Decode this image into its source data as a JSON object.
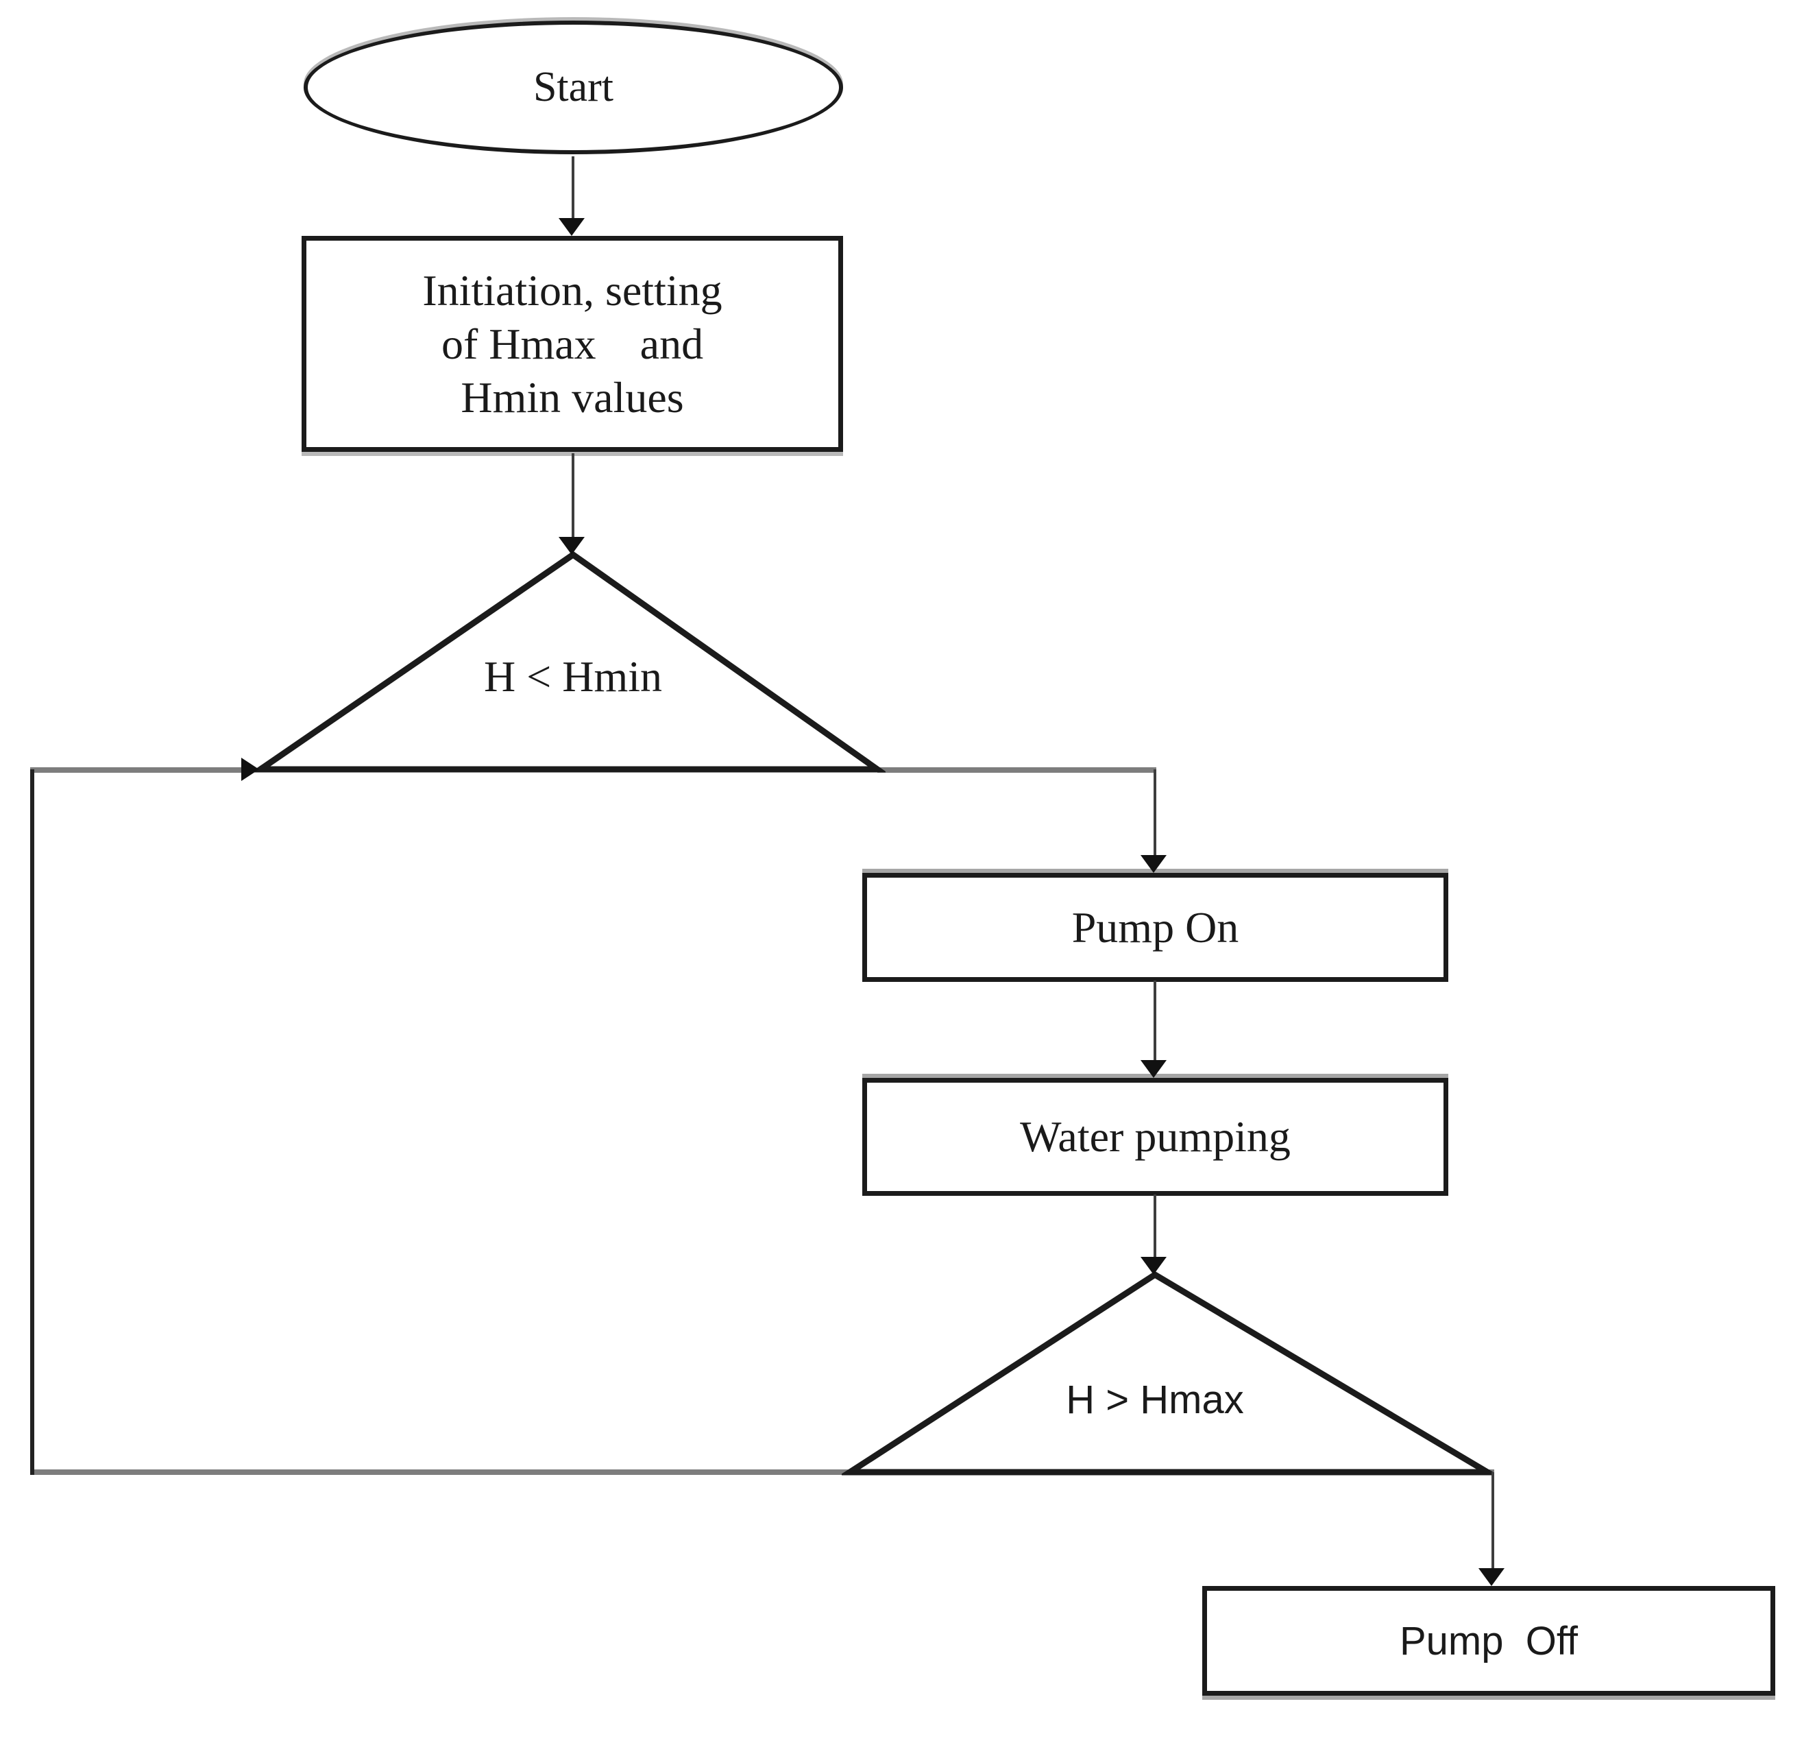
{
  "flowchart": {
    "nodes": {
      "start": {
        "shape": "ellipse",
        "label": "Start"
      },
      "init": {
        "shape": "process",
        "line1": "Initiation, setting",
        "line2": "of Hmax    and",
        "line3": "Hmin values"
      },
      "decision_min": {
        "shape": "decision-triangle",
        "label": "H < Hmin"
      },
      "pump_on": {
        "shape": "process",
        "label": "Pump On"
      },
      "water_pumping": {
        "shape": "process",
        "label": "Water pumping"
      },
      "decision_max": {
        "shape": "decision-triangle",
        "label": "H > Hmax"
      },
      "pump_off": {
        "shape": "process",
        "label": "Pump  Off"
      }
    },
    "edges": [
      {
        "from": "start",
        "to": "init"
      },
      {
        "from": "init",
        "to": "decision_min"
      },
      {
        "from": "decision_min",
        "to": "pump_on"
      },
      {
        "from": "pump_on",
        "to": "water_pumping"
      },
      {
        "from": "water_pumping",
        "to": "decision_max"
      },
      {
        "from": "decision_max",
        "to": "pump_off"
      },
      {
        "from": "decision_max",
        "to": "decision_min",
        "type": "feedback-loop"
      }
    ],
    "colors": {
      "shape_stroke": "#1b1b1b",
      "connector_gray": "#7d7d7d",
      "arrow_line": "#3e3e3e",
      "arrowhead": "#111111",
      "text": "#1a1a1a",
      "background": "#ffffff"
    }
  }
}
